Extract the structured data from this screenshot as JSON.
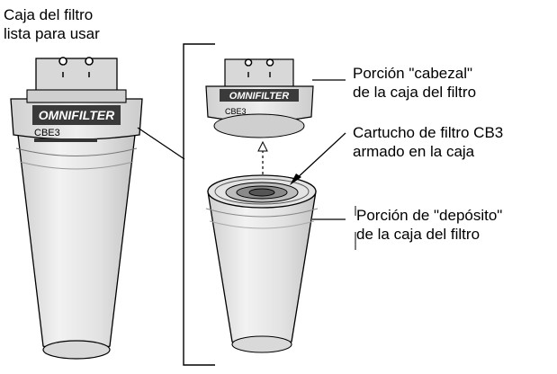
{
  "labels": {
    "assembled": [
      "Caja del filtro",
      "lista para usar"
    ],
    "head": [
      "Porción \"cabezal\"",
      "de la caja del filtro"
    ],
    "cartridge": [
      "Cartucho de filtro CB3",
      "armado en la caja"
    ],
    "sump": [
      "Porción de \"depósito\"",
      "de la caja del filtro"
    ]
  },
  "housing_label": {
    "brand": "OMNIFILTER",
    "model": "CBE3",
    "model_head": "CBE3"
  },
  "colors": {
    "line": "#000000",
    "housing_fill": "#e6e6e6",
    "housing_shade": "#bdbdbd",
    "brand_band": "#3a3a3a"
  }
}
